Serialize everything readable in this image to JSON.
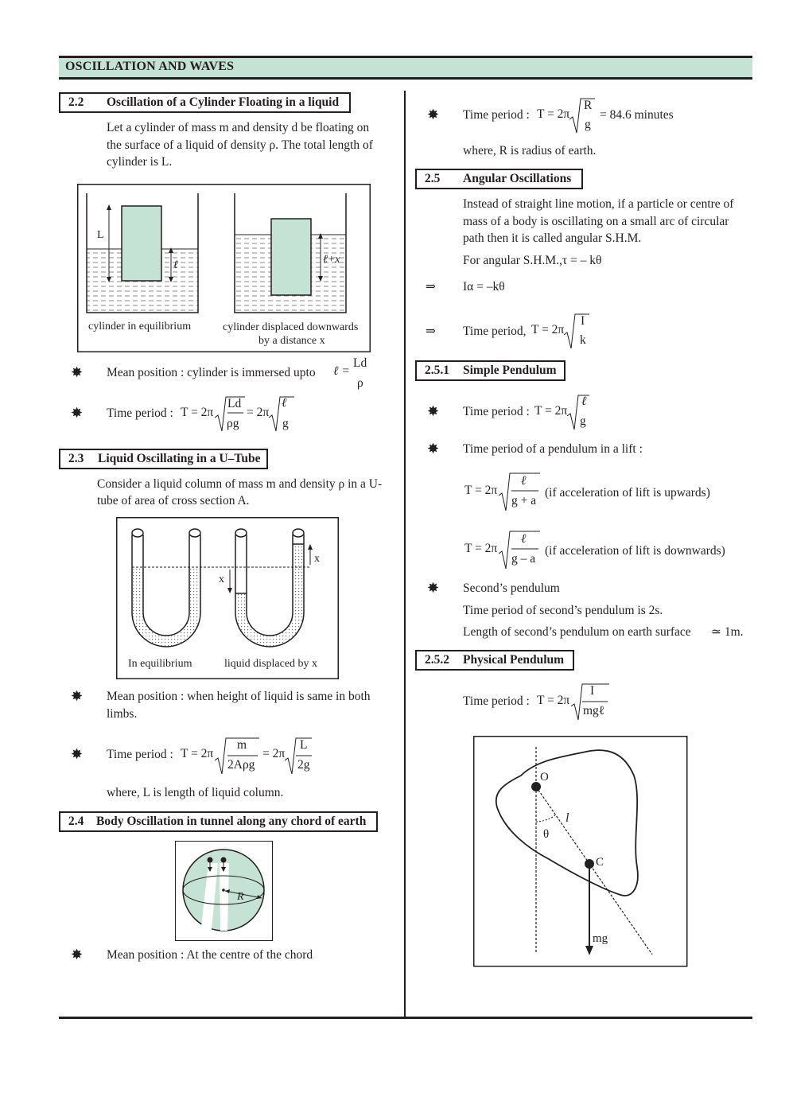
{
  "header": {
    "title": "OSCILLATION AND WAVES"
  },
  "colors": {
    "header_bg": "#c5e3d4",
    "figure_fill": "#c5e3d4",
    "text": "#231f20"
  },
  "s22": {
    "num": "2.2",
    "title": "Oscillation of a Cylinder Floating in a liquid",
    "line1": "Let a cylinder of mass m and density d be floating on",
    "line2": "the surface of a liquid of density ρ. The total length of",
    "line3": "cylinder is L.",
    "fig_label_L": "L",
    "fig_label_l": "ℓ",
    "fig_label_lx": "ℓ+x",
    "cap1": "cylinder in equilibrium",
    "cap2a": "cylinder displaced downwards",
    "cap2b": "by a distance x",
    "mean_text": "Mean position : cylinder is immersed upto",
    "mean_eq": "ℓ =",
    "mean_num": "Ld",
    "mean_den": "ρ",
    "tp_label": "Time period :",
    "tp_T": "T = 2π",
    "tp_num1": "Ld",
    "tp_den1": "ρg",
    "tp_eq2": "= 2π",
    "tp_num2": "ℓ",
    "tp_den2": "g"
  },
  "s23": {
    "num": "2.3",
    "title": "Liquid Oscillating in a U–Tube",
    "line1": "Consider a liquid column of mass m and density ρ in a U-",
    "line2": "tube of area of cross section A.",
    "fig_x1": "x",
    "fig_x2": "x",
    "cap1": "In equilibrium",
    "cap2": "liquid displaced by x",
    "mean_line1": "Mean position : when height of liquid is same in both",
    "mean_line2": "limbs.",
    "tp_label": "Time period :",
    "tp_T": "T = 2π",
    "tp_num1": "m",
    "tp_den1": "2Aρg",
    "tp_eq2": "= 2π",
    "tp_num2": "L",
    "tp_den2": "2g",
    "where": "where, L is length of liquid column."
  },
  "s24": {
    "num": "2.4",
    "title": "Body Oscillation in tunnel along any chord of earth",
    "fig_R": "R",
    "mean": "Mean position : At the centre of the chord"
  },
  "right_top": {
    "tp_label": "Time period :",
    "tp_T": "T = 2π",
    "tp_num": "R",
    "tp_den": "g",
    "tp_val": "= 84.6 minutes",
    "where": "where, R is radius of earth."
  },
  "s25": {
    "num": "2.5",
    "title": "Angular Oscillations",
    "line1": "Instead of straight line motion, if a particle or centre of",
    "line2": "mass of a body is oscillating on a small arc of circular",
    "line3": "path then it is called angular S.H.M.",
    "line4": "For angular S.H.M.,τ = – kθ",
    "arrow": "⇒",
    "eq1": "Iα = –kθ",
    "tp_label": "Time period,",
    "tp_T": "T = 2π",
    "tp_num": "I",
    "tp_den": "k"
  },
  "s251": {
    "num": "2.5.1",
    "title": "Simple Pendulum",
    "tp_label": "Time period :",
    "tp_T": "T = 2π",
    "tp_num": "ℓ",
    "tp_den": "g",
    "lift": "Time period of a pendulum in a lift :",
    "up_T": "T = 2π",
    "up_num": "ℓ",
    "up_den": "g + a",
    "up_note": "(if acceleration of lift is upwards)",
    "down_T": "T = 2π",
    "down_num": "ℓ",
    "down_den": "g – a",
    "down_note": "(if acceleration of lift is downwards)",
    "second": "Second’s pendulum",
    "second_tp": "Time period of second’s pendulum is 2s.",
    "second_len": "Length of second’s pendulum on earth surface",
    "second_val": "≃ 1m."
  },
  "s252": {
    "num": "2.5.2",
    "title": "Physical Pendulum",
    "tp_label": "Time period :",
    "tp_T": "T = 2π",
    "tp_num": "I",
    "tp_den": "mgℓ",
    "fig_O": "O",
    "fig_C": "C",
    "fig_l": "l",
    "fig_theta": "θ",
    "fig_mg": "mg"
  }
}
